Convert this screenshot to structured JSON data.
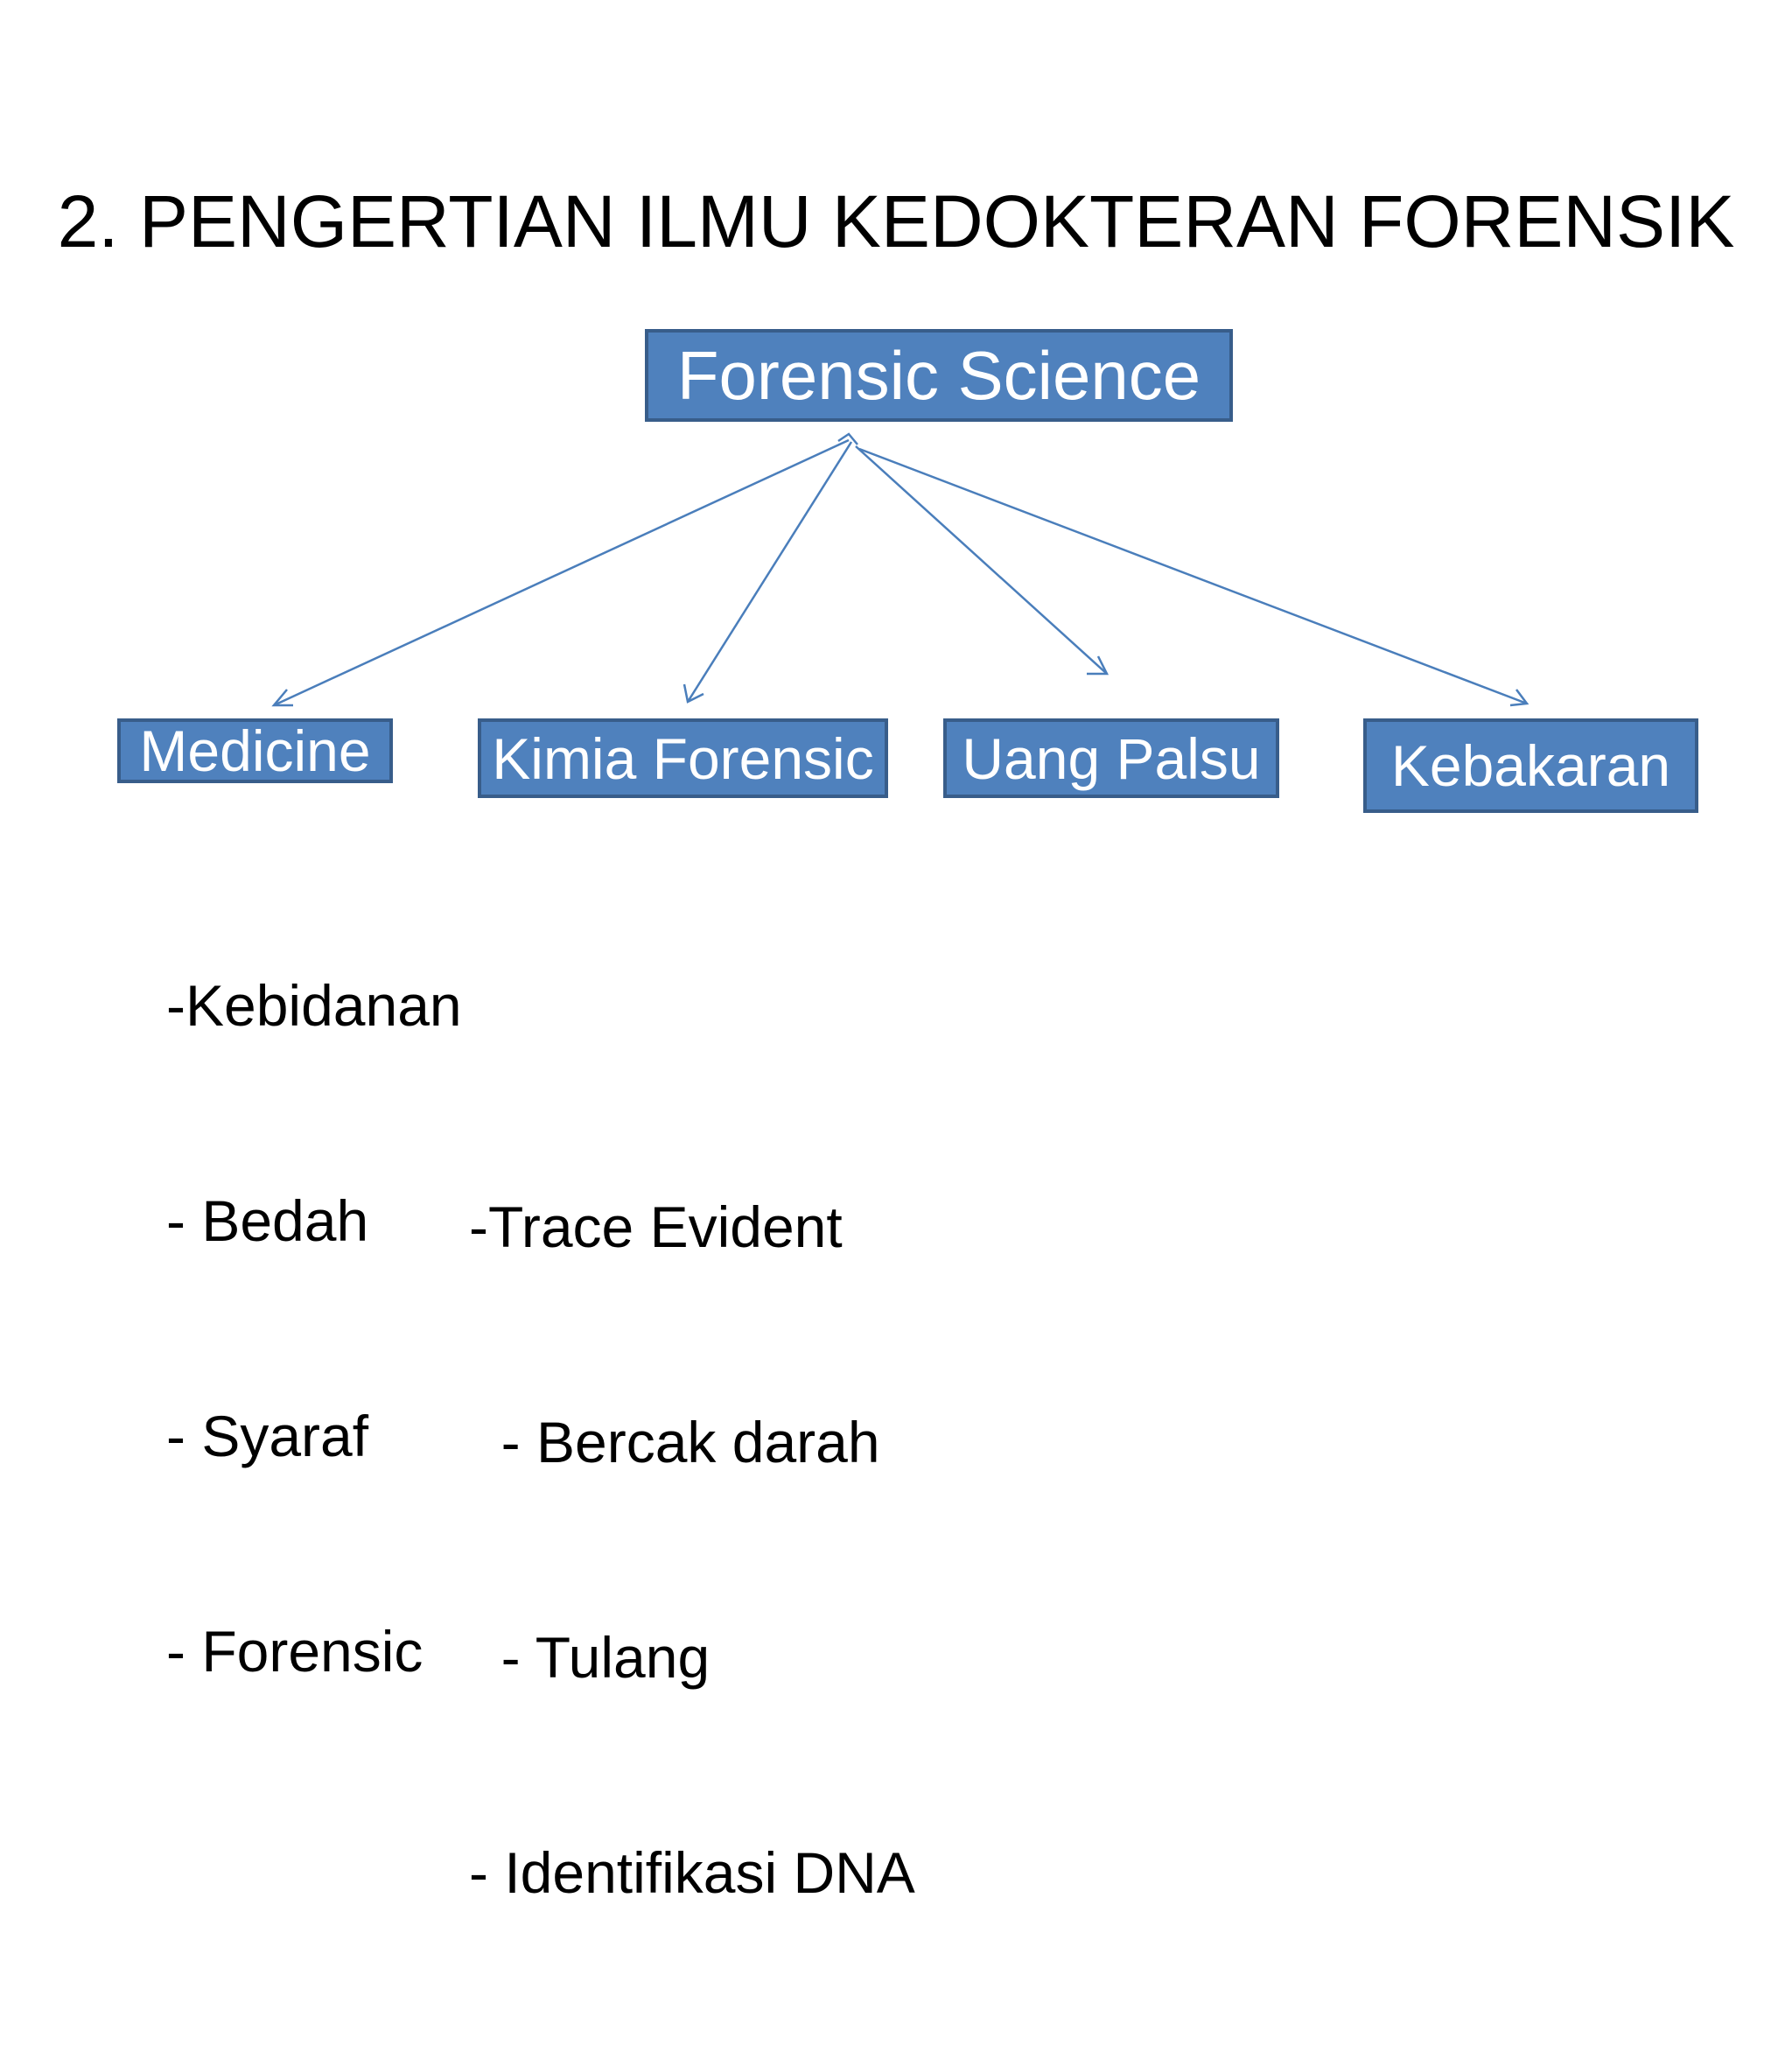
{
  "slide": {
    "title": "2. PENGERTIAN ILMU KEDOKTERAN FORENSIK"
  },
  "diagram": {
    "root": {
      "label": "Forensic Science"
    },
    "children": [
      {
        "label": "Medicine"
      },
      {
        "label": "Kimia Forensic"
      },
      {
        "label": "Uang Palsu"
      },
      {
        "label": "Kebakaran"
      }
    ],
    "colors": {
      "box_fill": "#4f81bd",
      "box_border": "#385d8a",
      "connector": "#4a7ebb"
    }
  },
  "medicine_list": {
    "items": [
      "-Kebidanan",
      "- Bedah",
      "- Syaraf",
      "- Forensic"
    ]
  },
  "kimia_list": {
    "items": [
      "-Trace Evident",
      "  - Bercak darah",
      "  - Tulang",
      "- Identifikasi DNA"
    ]
  }
}
